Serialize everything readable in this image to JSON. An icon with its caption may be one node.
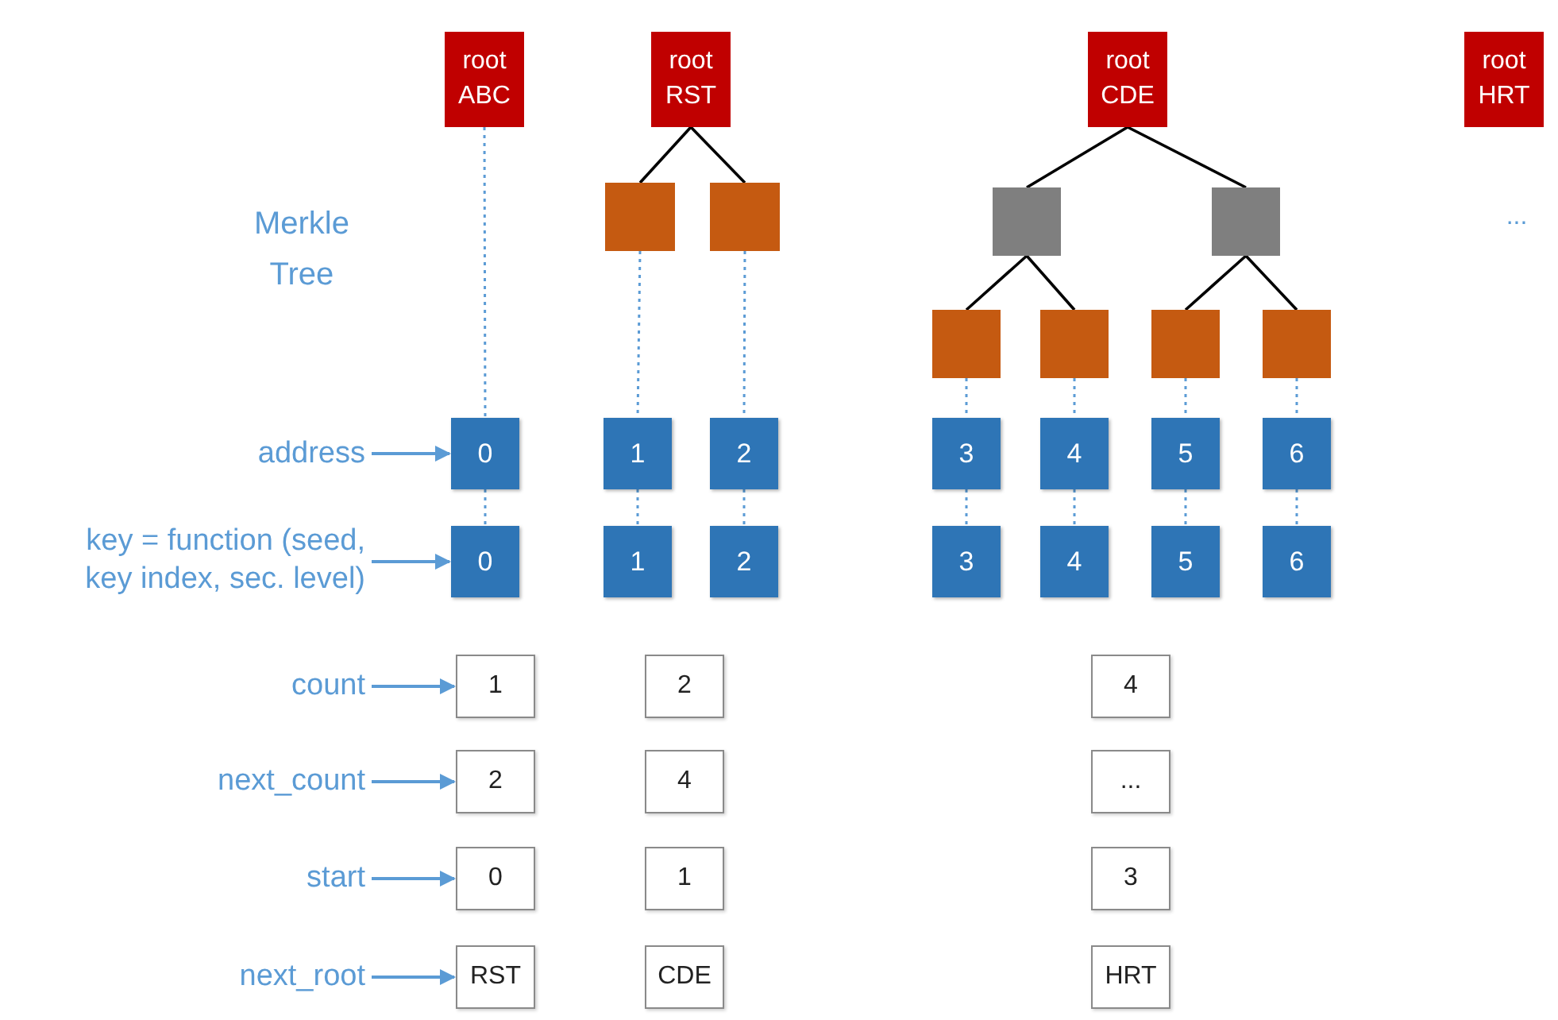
{
  "diagram": {
    "nodes": [
      {
        "text": [
          "root ABC"
        ]
      },
      {
        "text": [
          "root RST"
        ]
      },
      {
        "text": [
          "root CDE"
        ]
      },
      {
        "text": [
          "root HRT"
        ]
      },
      {
        "text": [],
        "shape": "box"
      },
      {
        "text": [],
        "shape": "box"
      },
      {
        "text": [],
        "shape": "box"
      },
      {
        "text": [],
        "shape": "box"
      },
      {
        "text": [],
        "shape": "box"
      },
      {
        "text": [],
        "shape": "box"
      },
      {
        "text": [],
        "shape": "box"
      },
      {
        "text": [],
        "shape": "box"
      },
      {
        "text": [
          "0"
        ]
      },
      {
        "text": [
          "1"
        ]
      },
      {
        "text": [
          "2"
        ]
      },
      {
        "text": [
          "3"
        ]
      },
      {
        "text": [
          "4"
        ]
      },
      {
        "text": [
          "5"
        ]
      },
      {
        "text": [
          "6"
        ]
      },
      {
        "text": [
          "0"
        ]
      },
      {
        "text": [
          "1"
        ]
      },
      {
        "text": [
          "2"
        ]
      },
      {
        "text": [
          "3"
        ]
      },
      {
        "text": [
          "4"
        ]
      },
      {
        "text": [
          "5"
        ]
      },
      {
        "text": [
          "6"
        ]
      },
      {
        "text": [
          "address"
        ]
      },
      {
        "text": [
          "key = function (seed, key index, sec. level)"
        ]
      },
      {
        "text": [
          "count"
        ]
      },
      {
        "text": [
          "next_count"
        ]
      },
      {
        "text": [
          "start"
        ]
      },
      {
        "text": [
          "next_root"
        ]
      },
      {
        "text": [
          "1"
        ]
      },
      {
        "text": [
          "2"
        ]
      },
      {
        "text": [
          "4"
        ]
      },
      {
        "text": [
          "2"
        ]
      },
      {
        "text": [
          "4"
        ]
      },
      {
        "text": [
          "..."
        ]
      },
      {
        "text": [
          "0"
        ]
      },
      {
        "text": [
          "1"
        ]
      },
      {
        "text": [
          "3"
        ]
      },
      {
        "text": [
          "RST"
        ]
      },
      {
        "text": [
          "CDE"
        ]
      },
      {
        "text": [
          "HRT"
        ]
      }
    ],
    "edges": [
      {
        "from": 0,
        "to": 12,
        "arrow": "none",
        "style": "dashed"
      },
      {
        "from": 12,
        "to": 19,
        "arrow": "none",
        "style": "dashed"
      },
      {
        "from": 1,
        "to": 4,
        "arrow": "none",
        "color": "#000000"
      },
      {
        "from": 1,
        "to": 5,
        "arrow": "none",
        "color": "#000000"
      },
      {
        "from": 4,
        "to": 13,
        "arrow": "none",
        "style": "dashed"
      },
      {
        "from": 5,
        "to": 14,
        "arrow": "none",
        "style": "dashed"
      },
      {
        "from": 13,
        "to": 20,
        "arrow": "none",
        "style": "dashed"
      },
      {
        "from": 14,
        "to": 21,
        "arrow": "none",
        "style": "dashed"
      },
      {
        "from": 2,
        "to": 6,
        "arrow": "none",
        "color": "#000000"
      },
      {
        "from": 2,
        "to": 7,
        "arrow": "none",
        "color": "#000000"
      },
      {
        "from": 6,
        "to": 8,
        "arrow": "none",
        "color": "#000000"
      },
      {
        "from": 6,
        "to": 9,
        "arrow": "none",
        "color": "#000000"
      },
      {
        "from": 7,
        "to": 10,
        "arrow": "none",
        "color": "#000000"
      },
      {
        "from": 7,
        "to": 11,
        "arrow": "none",
        "color": "#000000"
      },
      {
        "from": 8,
        "to": 15,
        "arrow": "none",
        "style": "dashed"
      },
      {
        "from": 9,
        "to": 16,
        "arrow": "none",
        "style": "dashed"
      },
      {
        "from": 10,
        "to": 17,
        "arrow": "none",
        "style": "dashed"
      },
      {
        "from": 11,
        "to": 18,
        "arrow": "none",
        "style": "dashed"
      },
      {
        "from": 15,
        "to": 22,
        "arrow": "none",
        "style": "dashed"
      },
      {
        "from": 16,
        "to": 23,
        "arrow": "none",
        "style": "dashed"
      },
      {
        "from": 17,
        "to": 24,
        "arrow": "none",
        "style": "dashed"
      },
      {
        "from": 18,
        "to": 25,
        "arrow": "none",
        "style": "dashed"
      },
      {
        "from": 26,
        "to": 12,
        "arrow": "to"
      },
      {
        "from": 27,
        "to": 19,
        "arrow": "to"
      },
      {
        "from": 28,
        "to": 32,
        "arrow": "to"
      },
      {
        "from": 29,
        "to": 35,
        "arrow": "to"
      },
      {
        "from": 30,
        "to": 38,
        "arrow": "to"
      },
      {
        "from": 31,
        "to": 41,
        "arrow": "to"
      }
    ],
    "labels": [
      "Merkle Tree",
      "..."
    ]
  }
}
